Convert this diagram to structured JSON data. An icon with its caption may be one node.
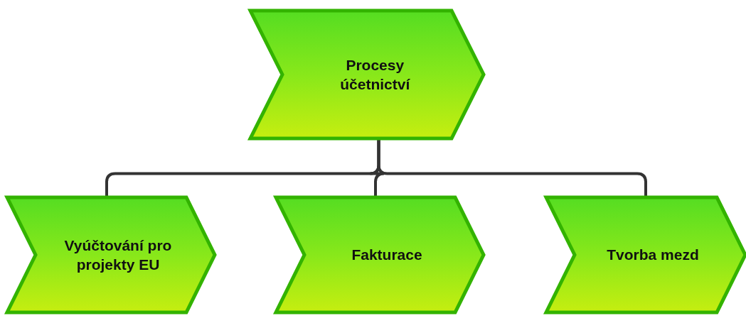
{
  "diagram": {
    "nodes": [
      {
        "text": [
          "Procesy účetnictví"
        ]
      },
      {
        "text": [
          "Vyúčtování pro projekty EU"
        ]
      },
      {
        "text": [
          "Fakturace"
        ]
      },
      {
        "text": [
          "Tvorba mezd"
        ]
      }
    ],
    "edges": [
      {
        "from": 0,
        "to": 1,
        "arrow": "none"
      },
      {
        "from": 0,
        "to": 2,
        "arrow": "none"
      },
      {
        "from": 0,
        "to": 3,
        "arrow": "none"
      }
    ]
  }
}
